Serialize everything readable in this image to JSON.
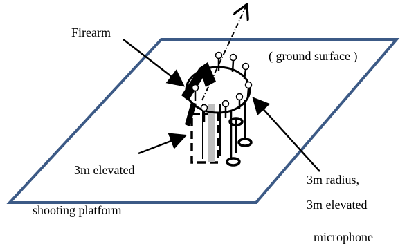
{
  "labels": {
    "firearm": "Firearm",
    "ground_surface": "( ground surface )",
    "platform_line1": "3m elevated",
    "platform_line2": "shooting platform",
    "mic_line1": "3m radius,",
    "mic_line2": "3m elevated",
    "mic_line3": "microphone"
  },
  "colors": {
    "ground_outline": "#3c5a86",
    "ink": "#000000",
    "platform_inner": "#bfbfbf"
  },
  "icons": [
    "microphone-icon",
    "arrow-icon"
  ]
}
